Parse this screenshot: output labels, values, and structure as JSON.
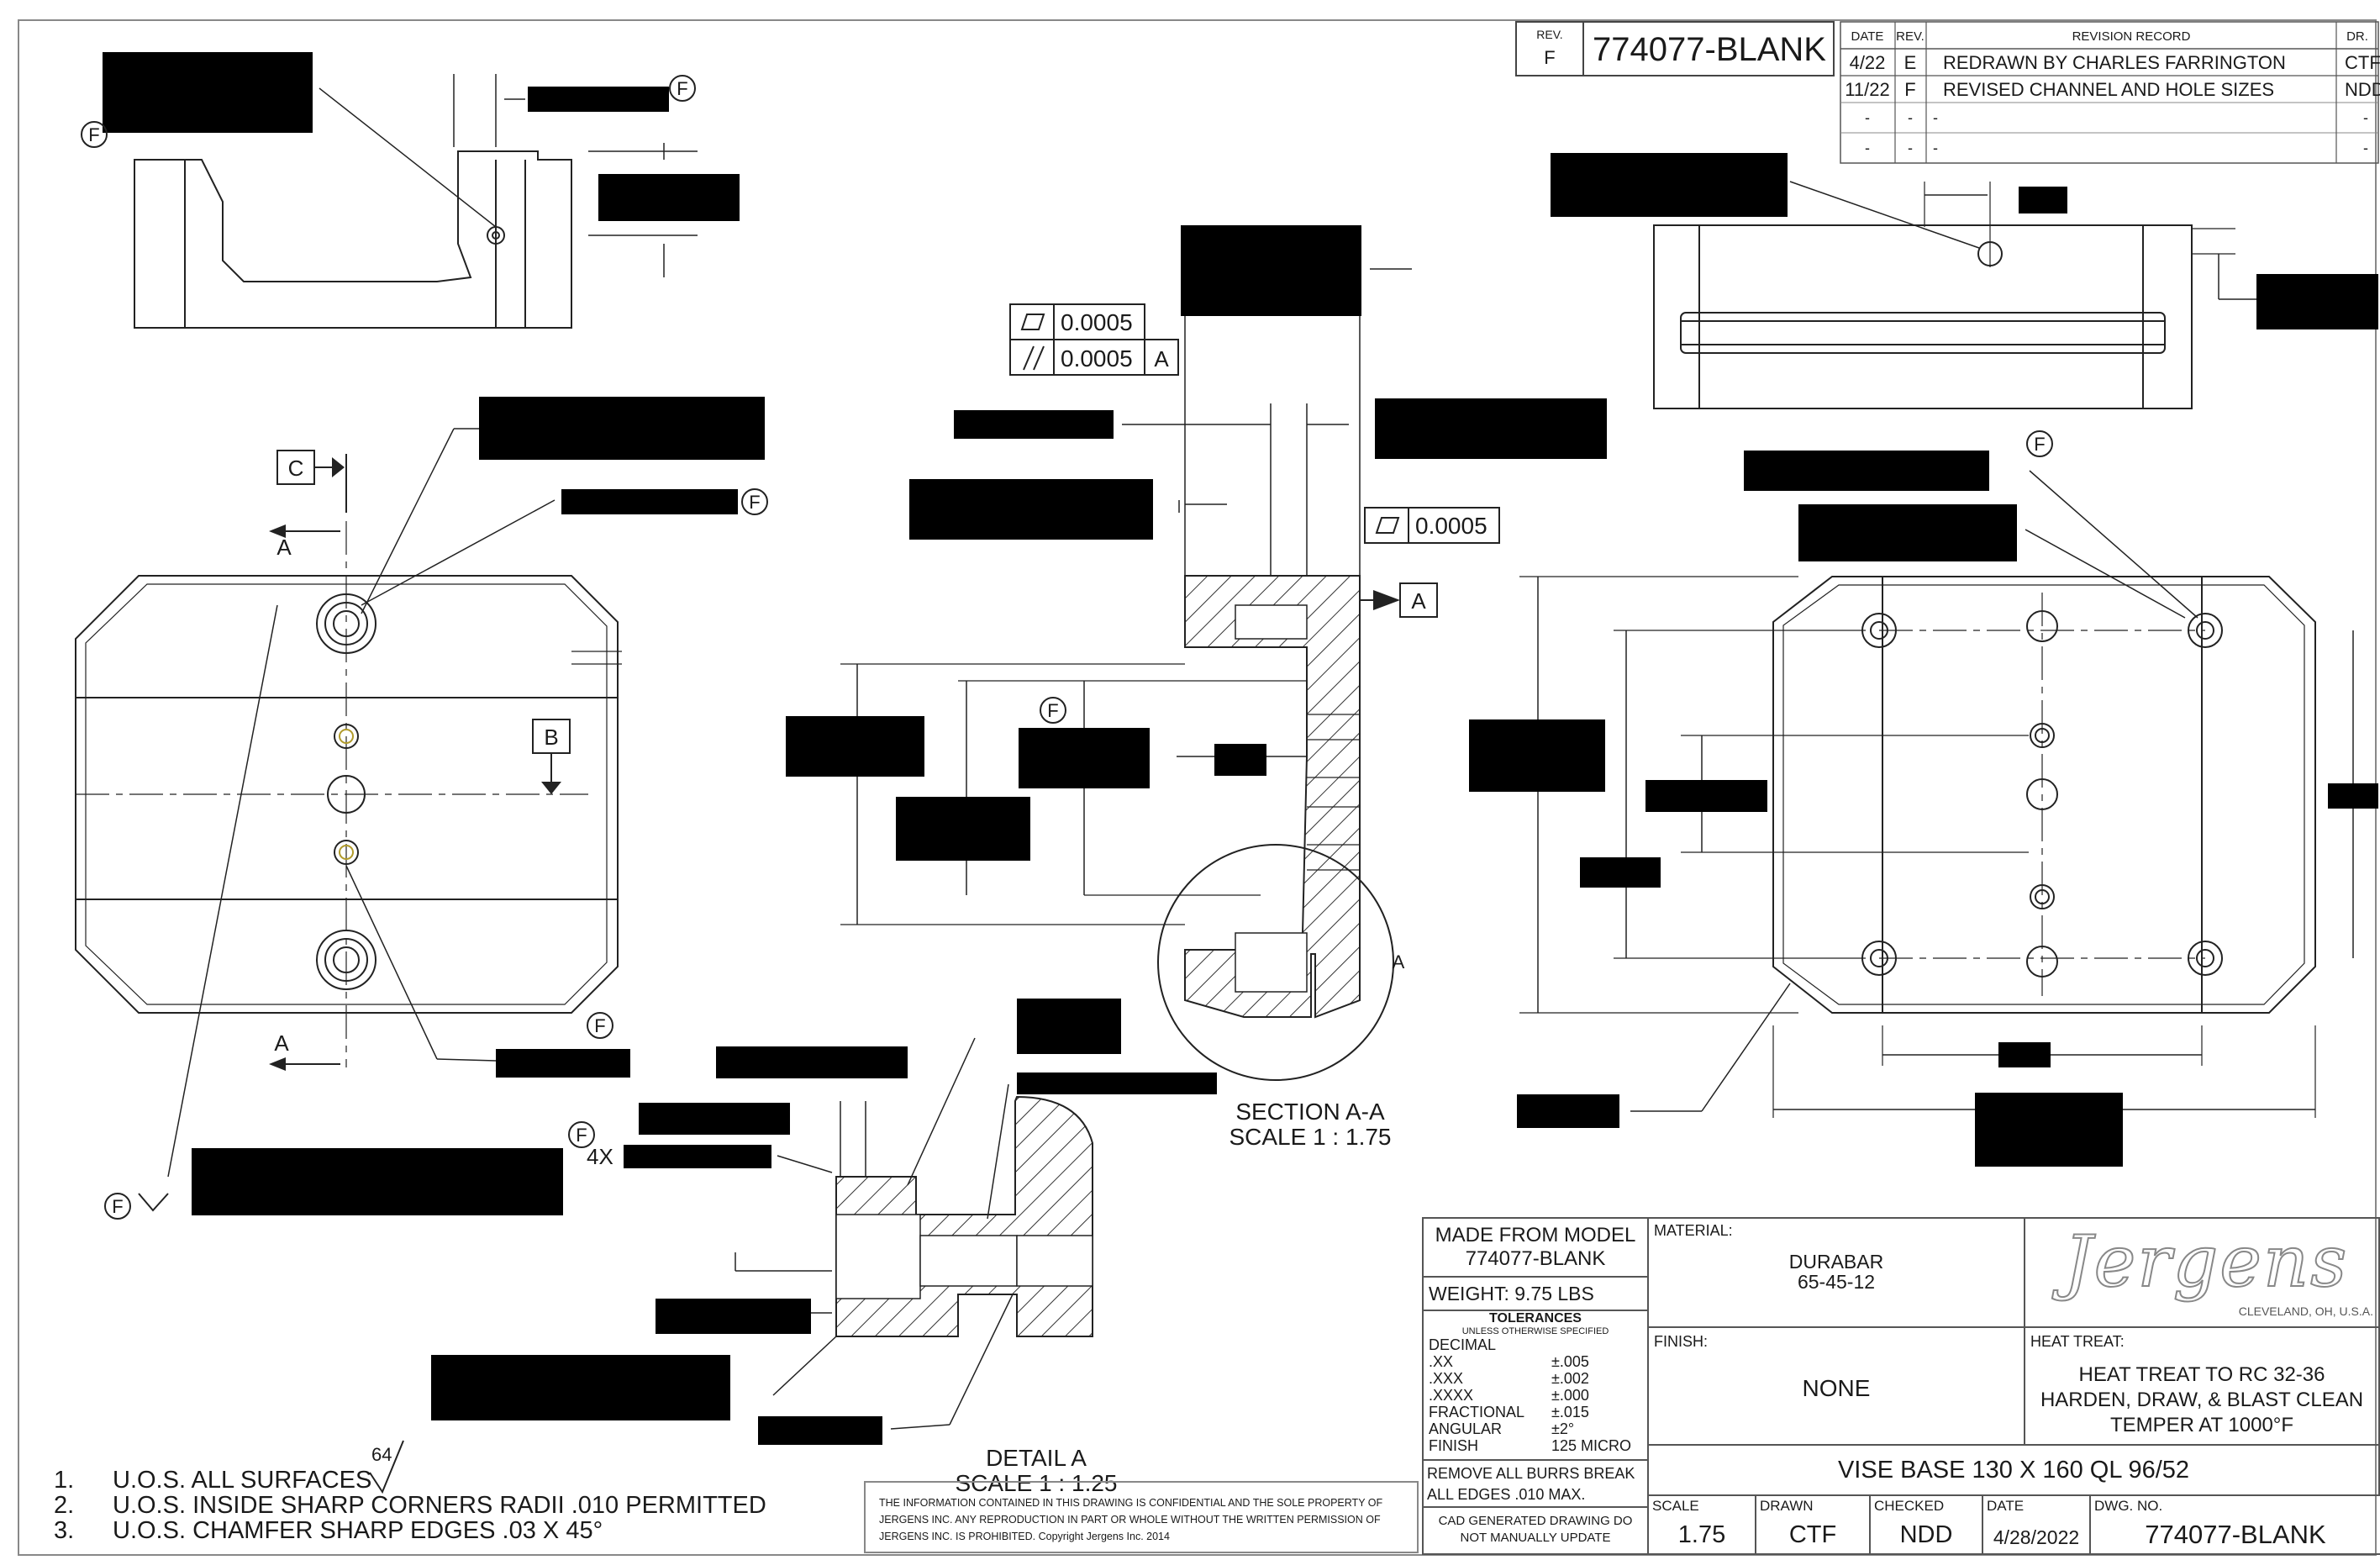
{
  "header": {
    "rev_label": "REV.",
    "rev_value": "F",
    "part_number": "774077-BLANK",
    "revision_record": {
      "col_date": "DATE",
      "col_rev": "REV.",
      "col_record": "REVISION RECORD",
      "col_drawn": "DR.",
      "rows": [
        {
          "date": "4/22",
          "rev": "E",
          "record": "REDRAWN BY CHARLES FARRINGTON",
          "by": "CTF"
        },
        {
          "date": "11/22",
          "rev": "F",
          "record": "REVISED CHANNEL AND HOLE SIZES",
          "by": "NDD"
        },
        {
          "date": "-",
          "rev": "-",
          "record": "-",
          "by": "-"
        },
        {
          "date": "-",
          "rev": "-",
          "record": "-",
          "by": "-"
        }
      ]
    }
  },
  "gdt": {
    "flatness_1": "0.0005",
    "parallel": "0.0005",
    "parallel_datum": "A",
    "flatness_2": "0.0005",
    "datum_a": "A",
    "datum_b": "B",
    "datum_c": "C",
    "f_flag": "F"
  },
  "views": {
    "section_marker": "A",
    "section_aa_title": "SECTION A-A",
    "section_aa_scale": "SCALE 1 : 1.75",
    "detail_a_title": "DETAIL A",
    "detail_a_scale": "SCALE 1 : 1.25",
    "qty_4x": "4X",
    "detail_a_marker": "A"
  },
  "notes": {
    "roughness": "64",
    "items": [
      {
        "num": "1.",
        "text": "U.O.S. ALL SURFACES"
      },
      {
        "num": "2.",
        "text": "U.O.S. INSIDE SHARP CORNERS RADII .010 PERMITTED"
      },
      {
        "num": "3.",
        "text": "U.O.S. CHAMFER SHARP EDGES .03 X 45°"
      }
    ]
  },
  "confidential": "THE INFORMATION CONTAINED IN THIS DRAWING IS CONFIDENTIAL AND THE SOLE PROPERTY OF JERGENS INC. ANY REPRODUCTION IN PART OR WHOLE WITHOUT THE WRITTEN PERMISSION OF JERGENS INC. IS PROHIBITED. Copyright Jergens Inc. 2014",
  "title_block": {
    "made_from_label": "MADE FROM MODEL",
    "made_from_value": "774077-BLANK",
    "weight": "WEIGHT:  9.75 LBS",
    "tolerances_title": "TOLERANCES",
    "tolerances_sub": "UNLESS OTHERWISE SPECIFIED",
    "tolerances": [
      {
        "label": "DECIMAL",
        "value": ""
      },
      {
        "label": ".XX",
        "value": "±.005"
      },
      {
        "label": ".XXX",
        "value": "±.002"
      },
      {
        "label": ".XXXX",
        "value": "±.000"
      },
      {
        "label": "FRACTIONAL",
        "value": "±.015"
      },
      {
        "label": "ANGULAR",
        "value": "±2°"
      },
      {
        "label": "FINISH",
        "value": "125 MICRO"
      }
    ],
    "burrs": "REMOVE ALL BURRS BREAK ALL EDGES .010 MAX.",
    "cad_note": "CAD GENERATED DRAWING DO NOT MANUALLY UPDATE",
    "material_label": "MATERIAL:",
    "material_1": "DURABAR",
    "material_2": "65-45-12",
    "logo": "Jergens",
    "location": "CLEVELAND, OH, U.S.A.",
    "finish_label": "FINISH:",
    "finish_value": "NONE",
    "heat_treat_label": "HEAT TREAT:",
    "heat_treat_1": "HEAT TREAT TO RC 32-36",
    "heat_treat_2": "HARDEN, DRAW, & BLAST CLEAN",
    "heat_treat_3": "TEMPER AT 1000°F",
    "part_title": "VISE BASE 130 X 160 QL 96/52",
    "scale_label": "SCALE",
    "scale_value": "1.75",
    "drawn_label": "DRAWN",
    "drawn_value": "CTF",
    "checked_label": "CHECKED",
    "checked_value": "NDD",
    "date_label": "DATE",
    "date_value": "4/28/2022",
    "dwg_label": "DWG. NO.",
    "dwg_value": "774077-BLANK"
  }
}
